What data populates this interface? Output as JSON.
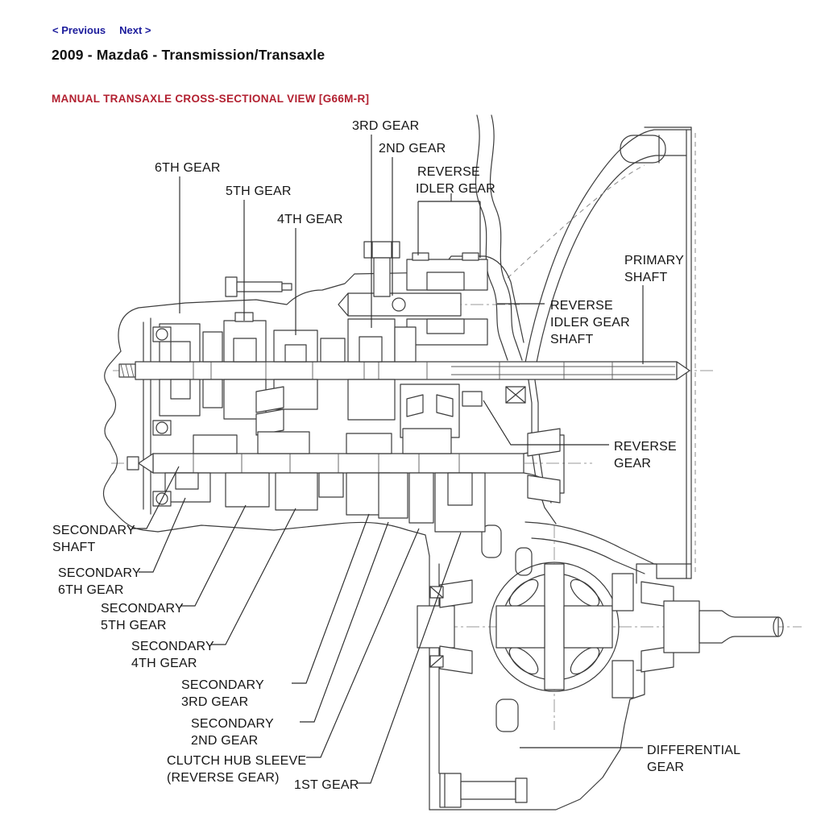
{
  "nav": {
    "previous": "< Previous",
    "next": "Next >",
    "link_color": "#1c1c9c"
  },
  "header": {
    "title": "2009 - Mazda6 - Transmission/Transaxle"
  },
  "section": {
    "heading": "MANUAL TRANSAXLE CROSS-SECTIONAL VIEW [G66M-R]",
    "heading_color": "#b22030"
  },
  "diagram": {
    "kind": "manual-transaxle-cross-section",
    "labels": {
      "gear_3rd": "3RD GEAR",
      "gear_2nd": "2ND GEAR",
      "gear_6th": "6TH GEAR",
      "gear_5th": "5TH GEAR",
      "gear_4th": "4TH GEAR",
      "reverse_idler_gear": {
        "l1": "REVERSE",
        "l2": "IDLER GEAR"
      },
      "primary_shaft": {
        "l1": "PRIMARY",
        "l2": "SHAFT"
      },
      "reverse_idler_gear_shaft": {
        "l1": "REVERSE",
        "l2": "IDLER GEAR",
        "l3": "SHAFT"
      },
      "reverse_gear": {
        "l1": "REVERSE",
        "l2": "GEAR"
      },
      "secondary_shaft": {
        "l1": "SECONDARY",
        "l2": "SHAFT"
      },
      "secondary_6th": {
        "l1": "SECONDARY",
        "l2": "6TH GEAR"
      },
      "secondary_5th": {
        "l1": "SECONDARY",
        "l2": "5TH GEAR"
      },
      "secondary_4th": {
        "l1": "SECONDARY",
        "l2": "4TH GEAR"
      },
      "secondary_3rd": {
        "l1": "SECONDARY",
        "l2": "3RD GEAR"
      },
      "secondary_2nd": {
        "l1": "SECONDARY",
        "l2": "2ND GEAR"
      },
      "clutch_hub_sleeve": {
        "l1": "CLUTCH HUB SLEEVE",
        "l2": "(REVERSE GEAR)"
      },
      "gear_1st": "1ST GEAR",
      "differential_gear": {
        "l1": "DIFFERENTIAL",
        "l2": "GEAR"
      }
    }
  }
}
